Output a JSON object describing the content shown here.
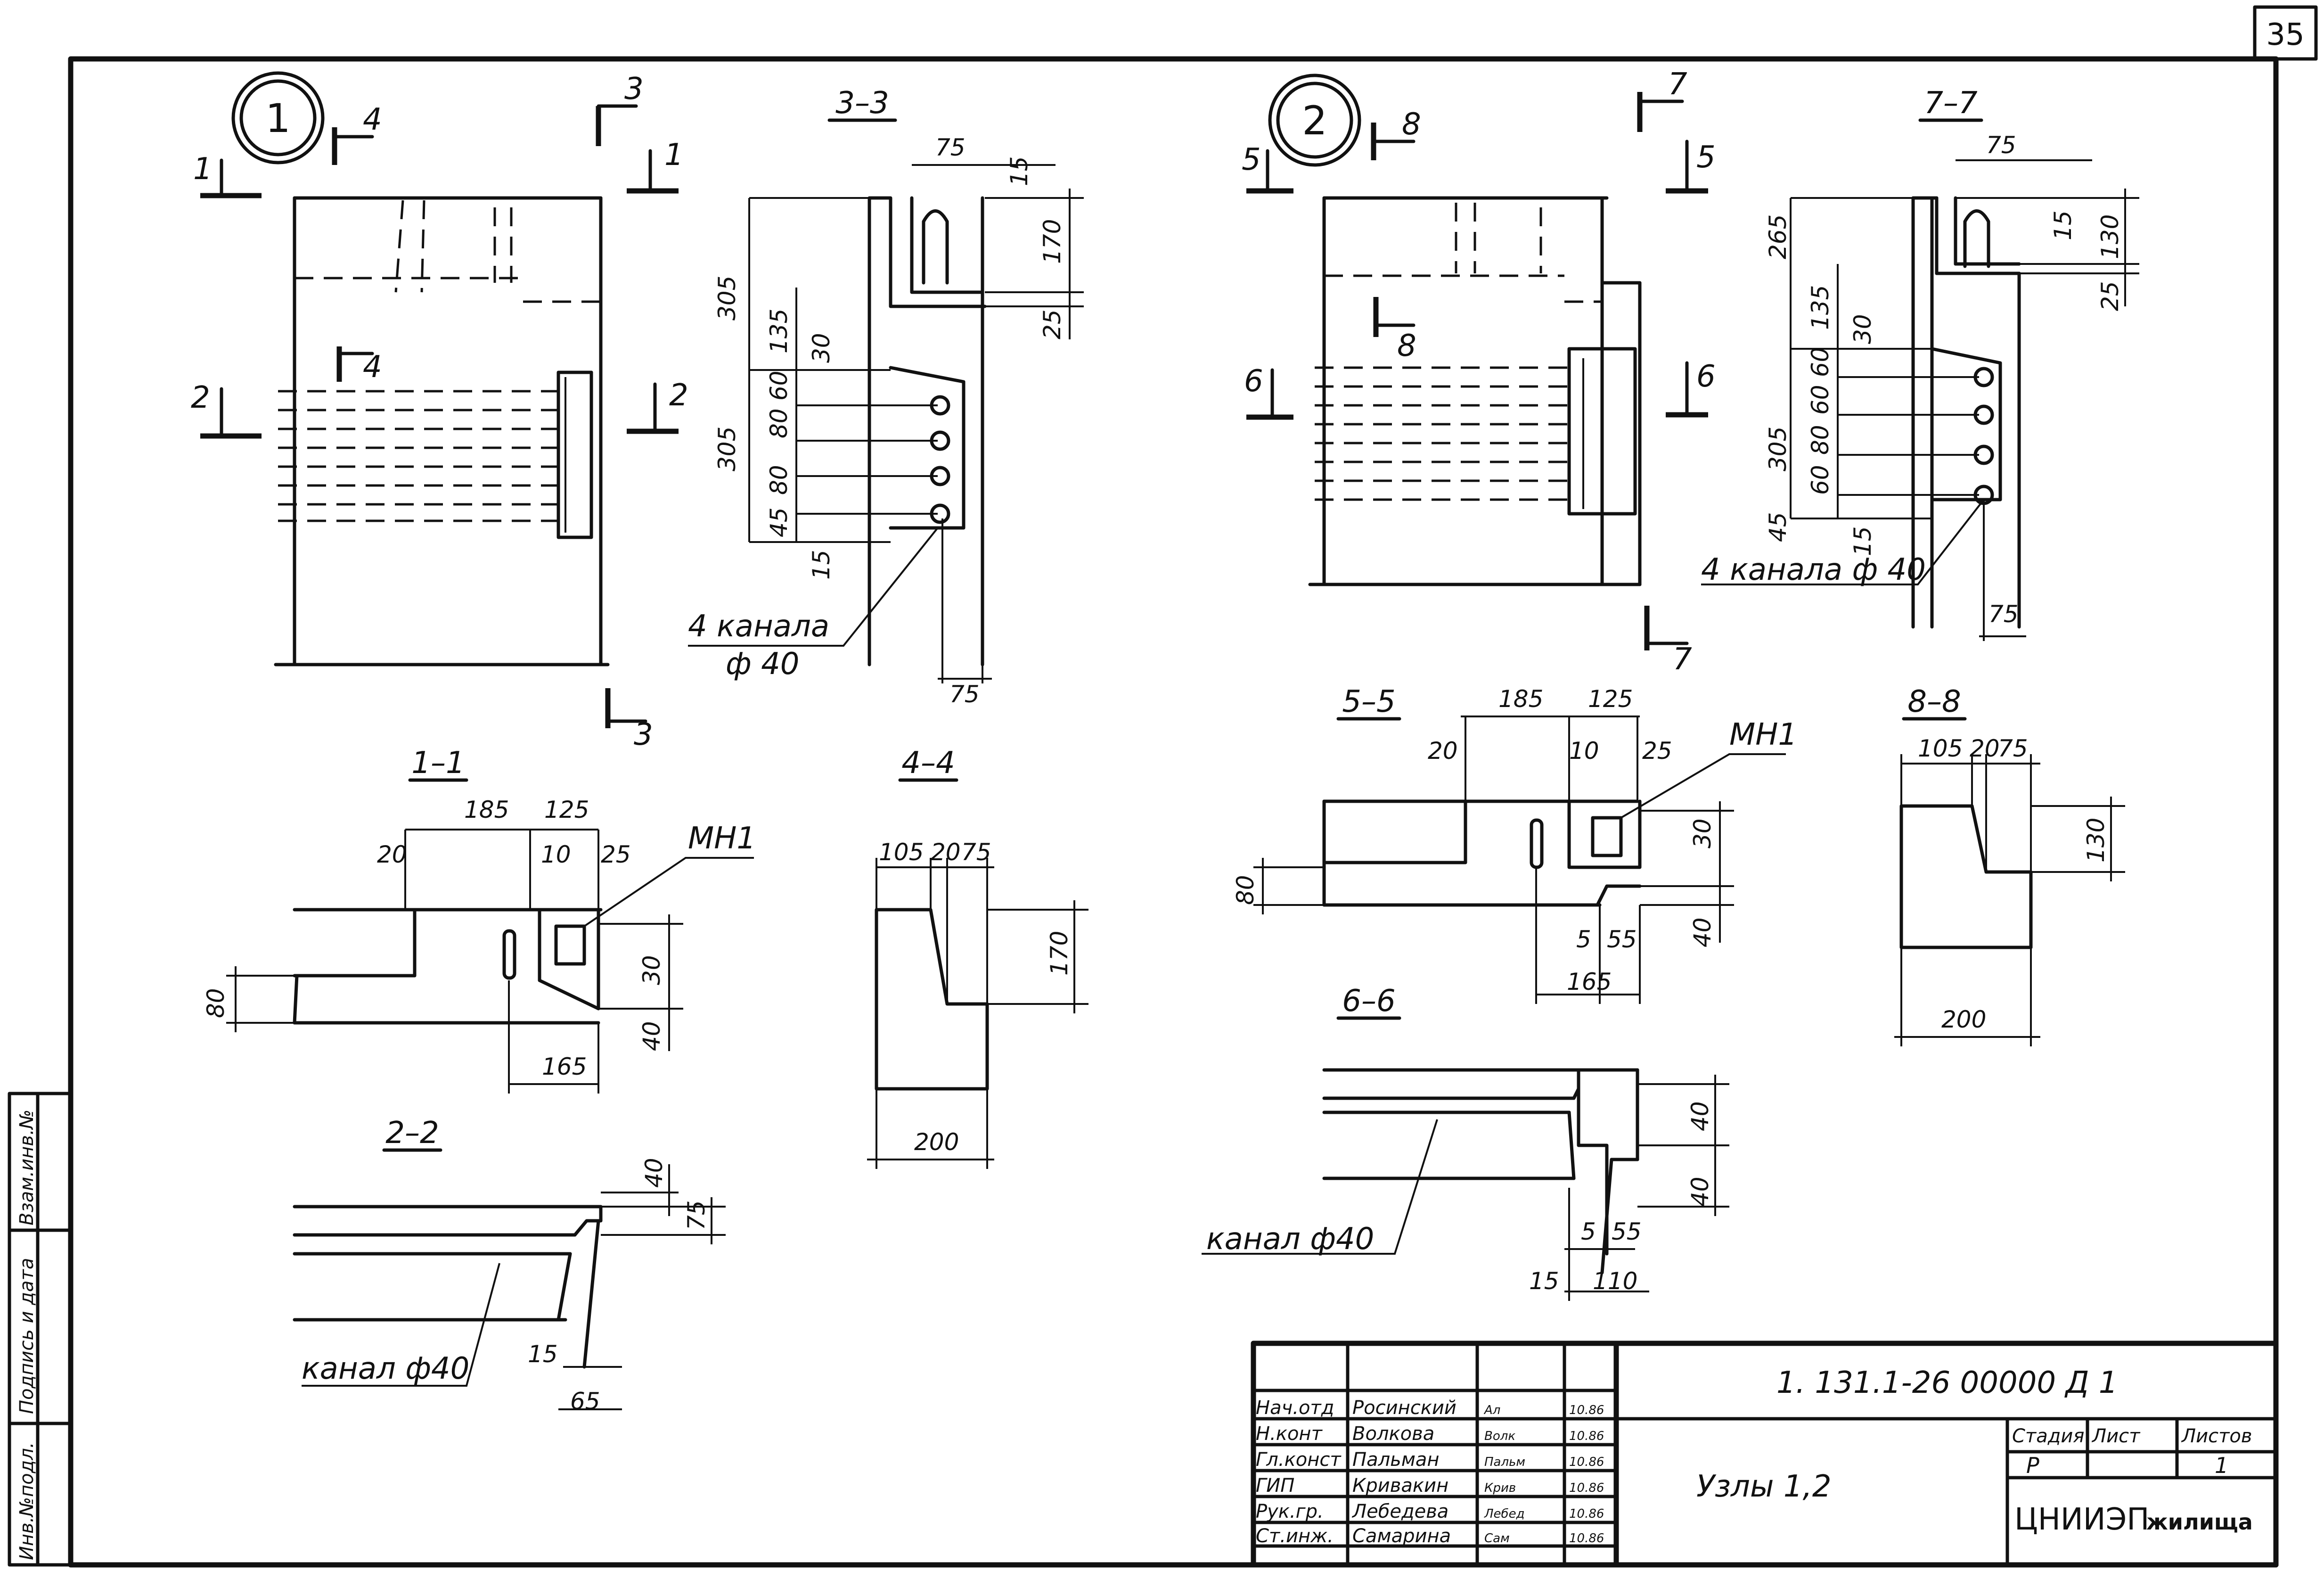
{
  "sheet": {
    "page_number": "35",
    "code": "1. 131.1-26   00000 Д 1",
    "title": "Узлы 1,2",
    "org_main": "ЦНИИЭП",
    "org_sub": "жилища",
    "stage_header": "Стадия",
    "sheet_header": "Лист",
    "sheets_header": "Листов",
    "stage_value": "Р",
    "sheet_value": "1",
    "side_stamp_1": "Инв.№подл.",
    "side_stamp_2": "Подпись и дата",
    "side_stamp_3": "Взам.инв.№"
  },
  "signatures": [
    {
      "role": "Нач.отд",
      "name": "Росинский",
      "sig": "Ал",
      "date": "10.86"
    },
    {
      "role": "Н.конт",
      "name": "Волкова",
      "sig": "Волк",
      "date": "10.86"
    },
    {
      "role": "Гл.конст",
      "name": "Пальман",
      "sig": "Пальм",
      "date": "10.86"
    },
    {
      "role": "ГИП",
      "name": "Кривакин",
      "sig": "Крив",
      "date": "10.86"
    },
    {
      "role": "Рук.гр.",
      "name": "Лебедева",
      "sig": "Лебед",
      "date": "10.86"
    },
    {
      "role": "Ст.инж.",
      "name": "Самарина",
      "sig": "Сам",
      "date": "10.86"
    }
  ],
  "node1": {
    "circle": "1",
    "cut_marks": [
      "1",
      "1",
      "2",
      "2",
      "3",
      "3",
      "4",
      "4"
    ],
    "s33": {
      "title": "3–3",
      "dims": [
        "75",
        "15",
        "170",
        "25",
        "305",
        "135",
        "305",
        "60",
        "80",
        "80",
        "45",
        "30",
        "15",
        "75"
      ],
      "note1": "4 канала",
      "note2": "ф 40"
    },
    "s11": {
      "title": "1–1",
      "dims": [
        "185",
        "125",
        "20",
        "10",
        "25",
        "80",
        "30",
        "40",
        "165"
      ],
      "label": "МН1"
    },
    "s44": {
      "title": "4–4",
      "dims": [
        "105",
        "20",
        "75",
        "170",
        "200"
      ]
    },
    "s22": {
      "title": "2–2",
      "dims": [
        "40",
        "75",
        "15",
        "65"
      ],
      "note": "канал ф40"
    }
  },
  "node2": {
    "circle": "2",
    "cut_marks": [
      "5",
      "5",
      "6",
      "6",
      "7",
      "7",
      "8",
      "8"
    ],
    "s77": {
      "title": "7–7",
      "dims": [
        "75",
        "15",
        "130",
        "25",
        "265",
        "135",
        "30",
        "305",
        "60",
        "60",
        "80",
        "60",
        "45",
        "15",
        "75"
      ],
      "note": "4 канала ф 40"
    },
    "s55": {
      "title": "5–5",
      "dims": [
        "185",
        "125",
        "20",
        "10",
        "25",
        "80",
        "30",
        "40",
        "5",
        "55",
        "165"
      ],
      "label": "МН1"
    },
    "s88": {
      "title": "8–8",
      "dims": [
        "105",
        "20",
        "75",
        "130",
        "200"
      ]
    },
    "s66": {
      "title": "6–6",
      "dims": [
        "40",
        "40",
        "5",
        "55",
        "15",
        "110"
      ],
      "note": "канал ф40"
    }
  }
}
